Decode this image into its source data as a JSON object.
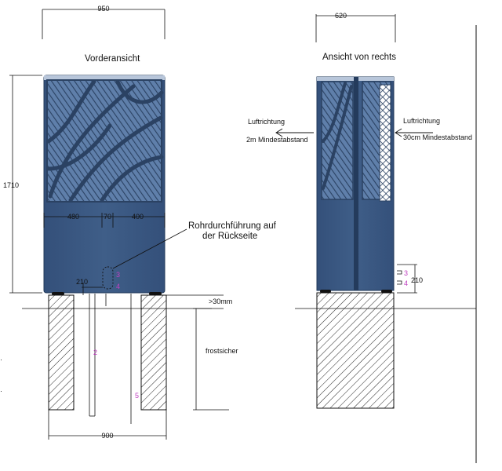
{
  "front": {
    "title": "Vorderansicht",
    "width_top": "950",
    "height": "1710",
    "seg_left": "480",
    "seg_mid": "70",
    "seg_right": "400",
    "pipe_label_line1": "Rohrdurchführung auf",
    "pipe_label_line2": "der Rückseite",
    "dim_210": "210",
    "marker_3": "3",
    "marker_4": "4",
    "marker_2": "2",
    "marker_5": "5",
    "clearance": ">30mm",
    "frost": "frostsicher",
    "width_bottom": "900"
  },
  "side": {
    "title": "Ansicht von rechts",
    "width_top": "620",
    "air_left_line1": "Luftrichtung",
    "air_left_line2": "2m Mindestabstand",
    "air_right_line1": "Luftrichtung",
    "air_right_line2": "30cm Mindestabstand",
    "marker_3": "3",
    "marker_4": "4",
    "dim_210": "210"
  },
  "colors": {
    "panel": "#3d5a80",
    "panel_dark": "#2b4263",
    "panel_light": "#6f8fba",
    "line": "#111111",
    "marker": "#c040c0"
  }
}
